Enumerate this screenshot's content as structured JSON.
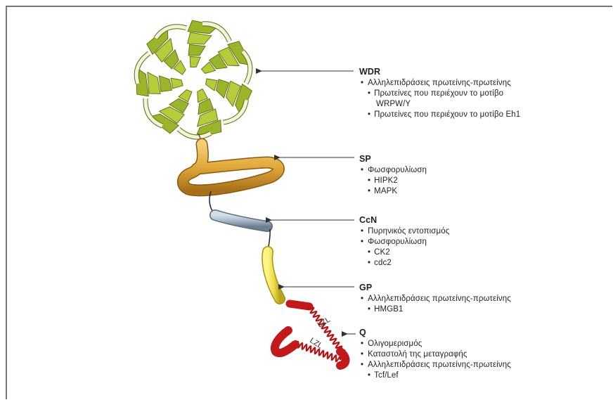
{
  "domains": [
    {
      "key": "wdr",
      "title": "WDR",
      "items": [
        {
          "level": 1,
          "text": "Αλληλεπιδράσεις πρωτείνης-πρωτείνης"
        },
        {
          "level": 2,
          "text": "Πρωτείνες που περιέχουν το μοτίβο"
        },
        {
          "level": 3,
          "text": "WRPW/Y"
        },
        {
          "level": 2,
          "text": "Πρωτείνες που περιέχουν το μοτίβο Eh1"
        }
      ]
    },
    {
      "key": "sp",
      "title": "SP",
      "items": [
        {
          "level": 1,
          "text": "Φωσφορυλίωση"
        },
        {
          "level": 2,
          "text": "HIPK2"
        },
        {
          "level": 2,
          "text": "MAPK"
        }
      ]
    },
    {
      "key": "ccn",
      "title": "CcN",
      "items": [
        {
          "level": 1,
          "text": "Πυρηνικός εντοπισμός"
        },
        {
          "level": 1,
          "text": "Φωσφορυλίωση"
        },
        {
          "level": 2,
          "text": "CK2"
        },
        {
          "level": 2,
          "text": "cdc2"
        }
      ]
    },
    {
      "key": "gp",
      "title": "GP",
      "items": [
        {
          "level": 1,
          "text": "Αλληλεπιδράσεις πρωτείνης-πρωτείνης"
        },
        {
          "level": 2,
          "text": "HMGB1"
        }
      ]
    },
    {
      "key": "q",
      "title": "Q",
      "items": [
        {
          "level": 1,
          "text": "Ολιγομερισμός"
        },
        {
          "level": 1,
          "text": "Καταστολή της μεταγραφής"
        },
        {
          "level": 1,
          "text": "Αλληλεπιδράσεις πρωτείνης-πρωτείνης"
        },
        {
          "level": 2,
          "text": "Tcf/Lef"
        }
      ]
    }
  ],
  "helix_labels": [
    "LZL",
    "LZL"
  ],
  "colors": {
    "wdr_blade": "#b7cc3a",
    "wdr_blade_dark": "#5d6b12",
    "sp_tube": "#e0a83a",
    "ccn_tube": "#a9b8c8",
    "gp_tube": "#eedd4a",
    "q_helix": "#c21a1a",
    "arrow": "#333333"
  }
}
